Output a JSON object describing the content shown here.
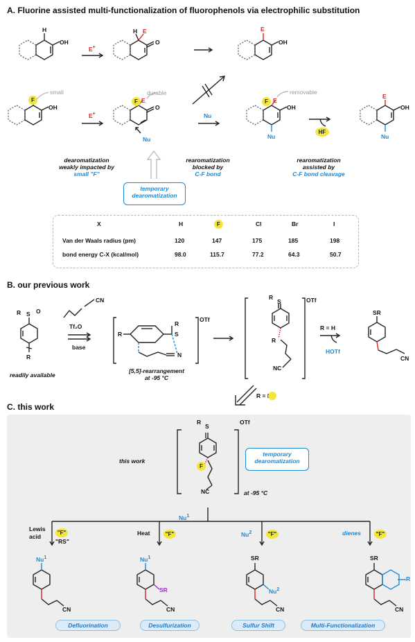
{
  "section_a": {
    "title": "A. Fluorine assisted multi-functionalization of fluorophenols via electrophilic substitution",
    "row1": {
      "h": "H",
      "oh": "OH",
      "e_reagent": "E",
      "e_reagent_sup": "+",
      "h_int": "H",
      "e_int": "E",
      "o_int": "O",
      "e_prod": "E",
      "oh_prod": "OH"
    },
    "row2": {
      "small_label": "small",
      "durable_label": "durable",
      "removable_label": "removable",
      "f": "F",
      "oh": "OH",
      "e_reagent": "E",
      "e_reagent_sup": "+",
      "fe": "F",
      "e": "E",
      "o": "O",
      "nu": "Nu",
      "nu_reagent": "Nu",
      "f2": "F",
      "e2": "E",
      "oh2": "OH",
      "nu2": "Nu",
      "hf": "HF",
      "e_final": "E",
      "oh_final": "OH",
      "nu_final": "Nu"
    },
    "notes": {
      "dearom_1": "dearomatization",
      "dearom_2": "weakly impacted by",
      "dearom_3": "small \"F\"",
      "rearom_blocked_1": "rearomatization",
      "rearom_blocked_2": "blocked by",
      "rearom_blocked_3": "C-F bond",
      "rearom_assist_1": "rearomatization",
      "rearom_assist_2": "assisted by",
      "rearom_assist_3": "C-F bond cleavage",
      "temp_1": "temporary",
      "temp_2": "dearomatization"
    },
    "table": {
      "headers": [
        "X",
        "H",
        "F",
        "Cl",
        "Br",
        "I"
      ],
      "rows": [
        {
          "label": "Van der Waals radius (pm)",
          "values": [
            "120",
            "147",
            "175",
            "185",
            "198"
          ]
        },
        {
          "label": "bond energy C-X (kcal/mol)",
          "values": [
            "98.0",
            "115.7",
            "77.2",
            "64.3",
            "50.7"
          ]
        }
      ]
    }
  },
  "section_b": {
    "title": "B. our previous work",
    "rso": "R",
    "s": "S",
    "o": "O",
    "r_bottom": "R",
    "cn": "CN",
    "tf2o": "Tf₂O",
    "base": "base",
    "readily": "readily available",
    "r_ts": "R",
    "r_ts2": "R",
    "s_ts": "S",
    "n_ts": "N",
    "otf1": "OTf",
    "ts_caption_1": "[5,5]-rearrangement",
    "ts_caption_2": "at -95 °C",
    "r_int": "R",
    "s_int": "S",
    "r_int2": "R",
    "nc_int": "NC",
    "otf2": "OTf",
    "rh": "R = H",
    "hotf": "HOTf",
    "sr": "SR",
    "cn_prod": "CN",
    "rf": "R = F"
  },
  "section_c": {
    "title": "C. this work",
    "this_work": "this work",
    "r": "R",
    "s": "S",
    "f": "F",
    "nc": "NC",
    "otf": "OTf",
    "temp": "-95 °C",
    "at": "at",
    "pill_1": "temporary",
    "pill_2": "dearomatization",
    "nu1_label": "Nu",
    "nu1_sup": "1",
    "branches": [
      {
        "cond_1": "Lewis",
        "cond_2": "acid",
        "loss_1": "\"F\"",
        "loss_2": "\"RS\"",
        "top": "Nu",
        "top_sup": "1",
        "sub": "",
        "cn": "CN",
        "tag": "Defluorination"
      },
      {
        "cond_1": "Heat",
        "cond_2": "",
        "loss_1": "\"F\"",
        "loss_2": "",
        "top": "Nu",
        "top_sup": "1",
        "sub": "SR",
        "cn": "CN",
        "tag": "Desulfurization"
      },
      {
        "cond_1": "Nu",
        "cond_2": "2",
        "loss_1": "\"F\"",
        "loss_2": "",
        "top": "SR",
        "top_sup": "",
        "sub": "Nu",
        "sub_sup": "2",
        "cn": "CN",
        "tag": "Sulfur Shift"
      },
      {
        "cond_1": "dienes",
        "cond_2": "",
        "loss_1": "\"F\"",
        "loss_2": "",
        "top": "SR",
        "top_sup": "",
        "sub": "R",
        "cn": "CN",
        "tag": "Multi-Functionalization"
      }
    ]
  },
  "colors": {
    "blue": "#1a8ad8",
    "red": "#e0201a",
    "yellow": "#f3e63a",
    "purple": "#9b2fc7",
    "panel_grey": "#eeeeee"
  }
}
